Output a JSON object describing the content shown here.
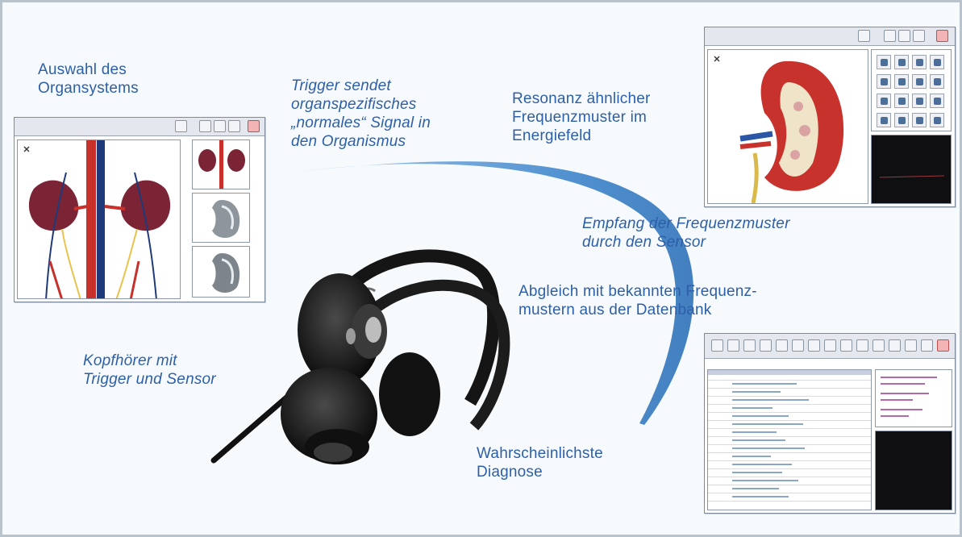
{
  "labels": {
    "auswahl": "Auswahl des\nOrgansystems",
    "trigger": "Trigger sendet\norganspezifisches\n„normales“ Signal in\nden Organismus",
    "resonanz": "Resonanz ähnlicher\nFrequenzmuster im\nEnergiefeld",
    "empfang": "Empfang der Frequenzmuster\ndurch den Sensor",
    "abgleich": "Abgleich mit bekannten Frequenz-\nmustern aus der Datenbank",
    "kopfhoerer": "Kopfhörer mit\nTrigger und Sensor",
    "diagnose": "Wahrscheinlichste\nDiagnose"
  },
  "colors": {
    "label_text": "#2d5fa8",
    "arc": "#3f86cc",
    "organ_red": "#c7322d",
    "organ_purple": "#7a2436",
    "screen_black": "#0f0f12"
  }
}
